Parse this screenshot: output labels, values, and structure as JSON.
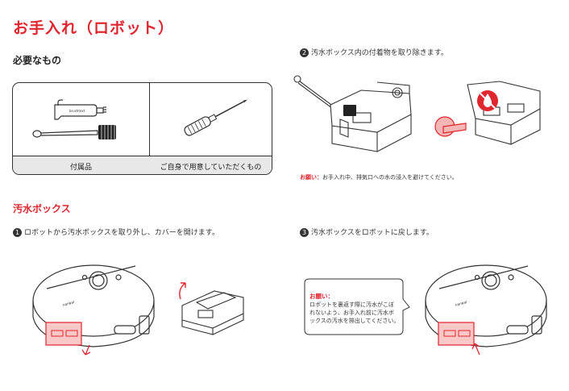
{
  "page_title": "お手入れ（ロボット）",
  "required_items": {
    "heading": "必要なもの",
    "col1_label": "付属品",
    "col2_label": "ご自身で用意していただくもの",
    "brush_text": "brushtext"
  },
  "wastewater": {
    "heading": "汚水ボックス",
    "step1_num": "1",
    "step1": "ロボットから汚水ボックスを取り外し、カバーを開けます。",
    "step2_num": "2",
    "step2": "汚水ボックス内の付着物を取り除きます。",
    "step3_num": "3",
    "step3": "汚水ボックスをロボットに戻します。"
  },
  "note1": {
    "label": "お願い：",
    "text": "お手入れ中、排気口への水の浸入を避けてください。"
  },
  "bubble": {
    "title": "お願い：",
    "line1": "ロボットを裏返す際に汚水がこぼ",
    "line2": "れないよう、お手入れ前に汚水ボ",
    "line3": "ックスの汚水を排出してください。"
  },
  "robot_brand": "narwal",
  "colors": {
    "accent": "#e0262f",
    "text": "#222222",
    "footer_bg": "#e8e8e8"
  }
}
